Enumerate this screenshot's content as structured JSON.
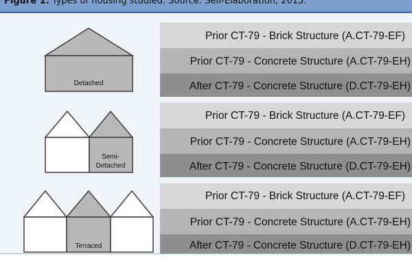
{
  "caption": {
    "label": "Figure 1.",
    "text": "Types of housing studied. Source: Self-Elaboration, 2015."
  },
  "colors": {
    "band_light": "#d7d7d7",
    "band_mid": "#b5b5b5",
    "band_dark": "#8f8f8f",
    "house_fill": "#b8b8b8",
    "house_empty": "#ffffff",
    "caption_bar": "#7f9fcc"
  },
  "house_types": [
    {
      "label": "Detached",
      "bands": [
        "Prior CT-79 - Brick Structure (A.CT-79-EF)",
        "Prior CT-79 - Concrete Structure (A.CT-79-EH)",
        "After CT-79 - Concrete Structure (D.CT-79-EH)"
      ]
    },
    {
      "label_line1": "Semi-",
      "label_line2": "Detached",
      "bands": [
        "Prior CT-79 - Brick Structure (A.CT-79-EF)",
        "Prior CT-79 - Concrete Structure (A.CT-79-EH)",
        "After CT-79 - Concrete Structure (D.CT-79-EH)"
      ]
    },
    {
      "label": "Terraced",
      "bands": [
        "Prior CT-79 - Brick Structure (A.CT-79-EF)",
        "Prior CT-79 - Concrete Structure (A.CT-79-EH)",
        "After CT-79 - Concrete Structure (D.CT-79-EH)"
      ]
    }
  ]
}
